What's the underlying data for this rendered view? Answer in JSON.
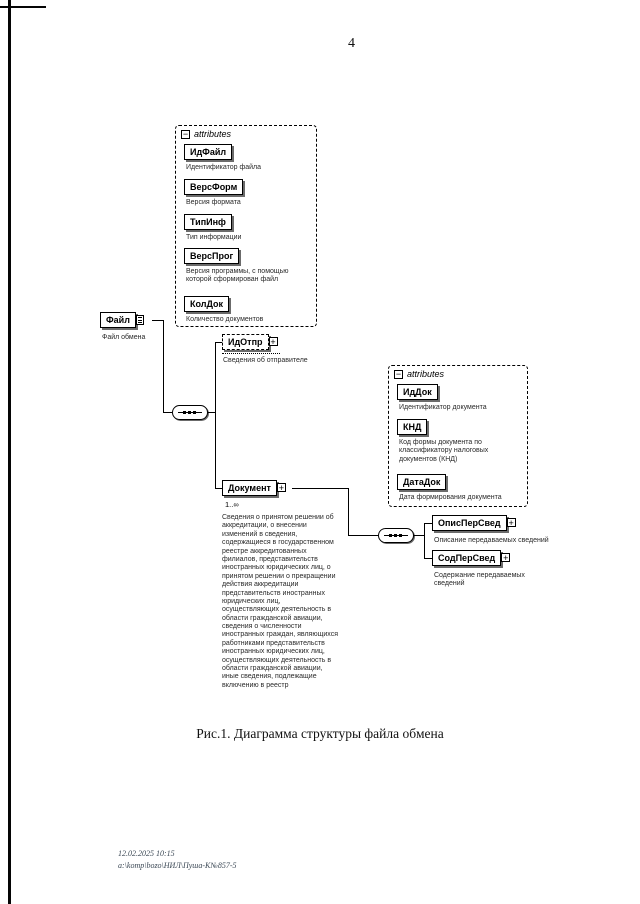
{
  "icons": {
    "plus": "+",
    "minus": "−"
  },
  "page": {
    "number": "4",
    "figure_caption": "Рис.1. Диаграмма структуры файла обмена",
    "footer_line1": "12.02.2025 10:15",
    "footer_line2": "a:\\komp\\bozo\\НИЛ\\Пуша-К№857-5"
  },
  "diagram": {
    "file": {
      "label": "Файл",
      "caption": "Файл обмена"
    },
    "attributes1": {
      "title": "attributes",
      "items": [
        {
          "label": "ИдФайл",
          "caption": "Идентификатор файла"
        },
        {
          "label": "ВерсФорм",
          "caption": "Версия формата"
        },
        {
          "label": "ТипИнф",
          "caption": "Тип информации"
        },
        {
          "label": "ВерсПрог",
          "caption": "Версия программы, с помощью которой сформирован файл"
        },
        {
          "label": "КолДок",
          "caption": "Количество документов"
        }
      ]
    },
    "idotpr": {
      "label": "ИдОтпр",
      "caption": "Сведения об отправителе"
    },
    "document": {
      "label": "Документ",
      "multiplicity": "1..∞",
      "caption": "Сведения о принятом решении об аккредитации, о внесении изменений в сведения, содержащиеся в государственном реестре аккредитованных филиалов, представительств иностранных юридических лиц, о принятом решении о прекращении действия аккредитации представительств иностранных юридических лиц, осуществляющих деятельность в области гражданской авиации, сведения о численности иностранных граждан, являющихся работниками представительств иностранных юридических лиц, осуществляющих деятельность в области гражданской авиации, иные сведения, подлежащие включению в реестр"
    },
    "attributes2": {
      "title": "attributes",
      "items": [
        {
          "label": "ИдДок",
          "caption": "Идентификатор документа"
        },
        {
          "label": "КНД",
          "caption": "Код формы документа по классификатору налоговых документов (КНД)"
        },
        {
          "label": "ДатаДок",
          "caption": "Дата формирования документа"
        }
      ]
    },
    "opis": {
      "label": "ОписПерСвед",
      "caption": "Описание передаваемых сведений"
    },
    "sod": {
      "label": "СодПерСвед",
      "caption": "Содержание передаваемых сведений"
    }
  }
}
